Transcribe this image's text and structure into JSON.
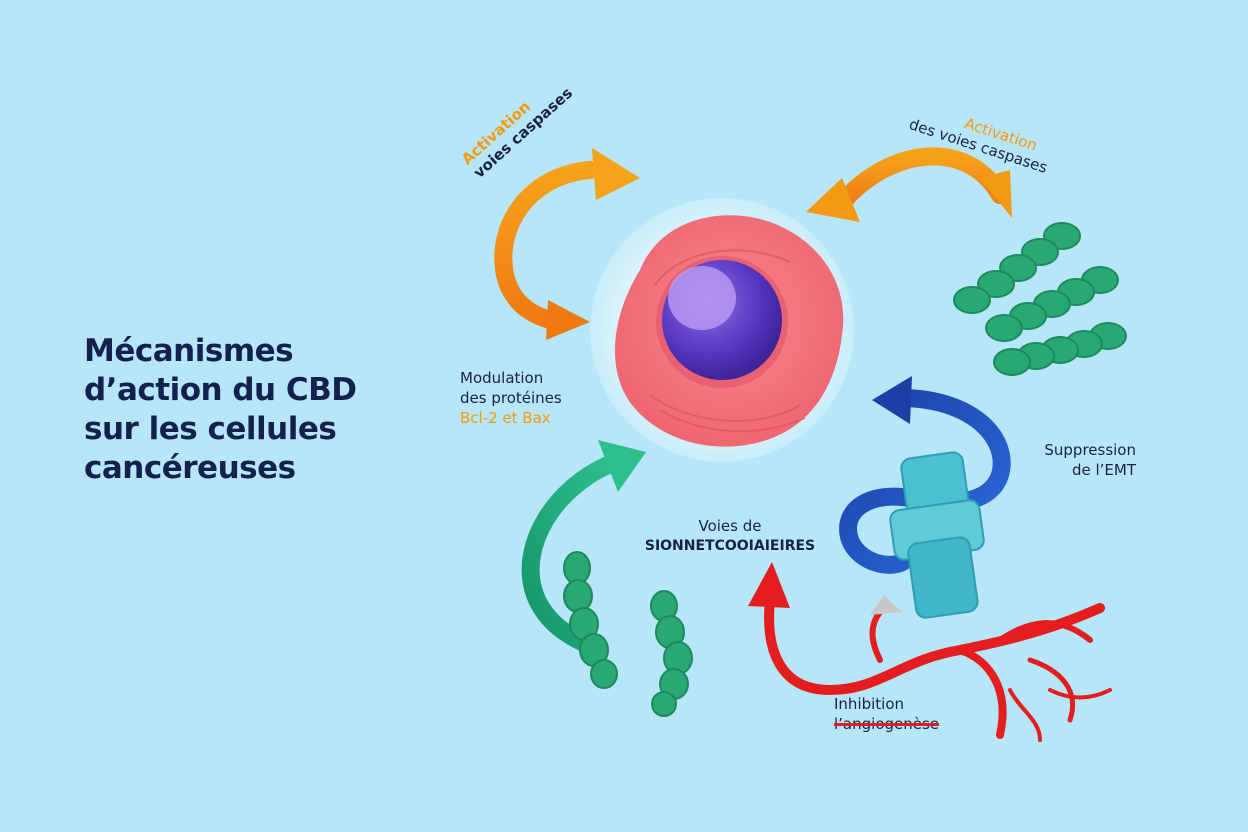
{
  "title": {
    "line1": "Mécanismes",
    "line2": "d’action du CBD",
    "line3": "sur les cellules",
    "line4": "cancéreuses"
  },
  "labels": {
    "activation_left": {
      "word": "Activation",
      "rest": "voies caspases"
    },
    "activation_right": {
      "word": "Activation",
      "rest": "des voies caspases"
    },
    "modulation": {
      "line1": "Modulation",
      "line2": "des protéines",
      "line3": "Bcl-2 et Bax"
    },
    "suppression": {
      "line1": "Suppression",
      "line2": "de l’EMT"
    },
    "voies": {
      "line1": "Voies de",
      "line2": "SIONNETCOOIAIEIRES"
    },
    "inhibition": {
      "line1": "Inhibition",
      "line2": "l’angiogenèse"
    }
  },
  "colors": {
    "background": "#b6e6f7",
    "title": "#14214f",
    "orange_arrow": "#f39a12",
    "green_arrow": "#1fa87a",
    "blue_arrow": "#1547b0",
    "red_vessel": "#e41e1e",
    "cell_membrane": "#f0727a",
    "nucleus": "#5b3bc4",
    "protein_green": "#2aa874",
    "emt_block": "#4cbfd0"
  },
  "icons": {
    "cell": "cancer-cell-icon",
    "proteins_right": "protein-chain-icon",
    "proteins_bottom": "protein-chain-icon",
    "emt": "emt-block-icon",
    "vessel": "blood-vessel-icon"
  }
}
